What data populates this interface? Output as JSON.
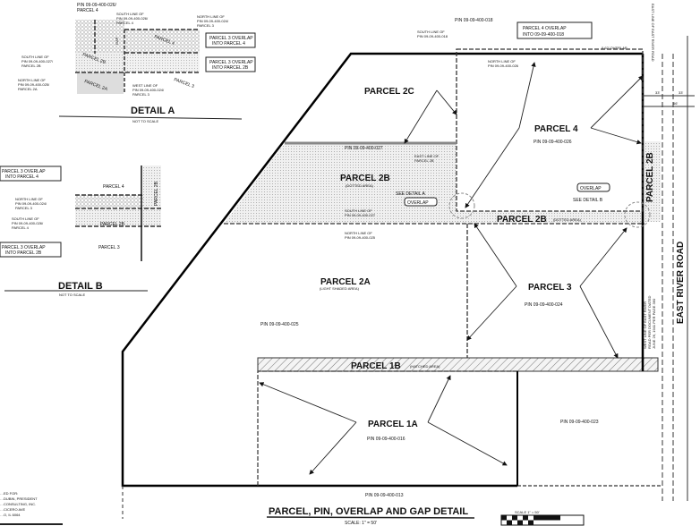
{
  "title": "PARCEL, PIN, OVERLAP AND GAP DETAIL",
  "title_scale": "SCALE: 1\" = 50'",
  "scale_bar_label": "SCALE  1\" = 50'",
  "road": "EAST RIVER ROAD",
  "road_top_note": "EAST LINE OF EAST RIVER ROAD",
  "prepared_for": [
    "…ED FOR:",
    "…DUBIN, PRESIDENT",
    "…CONSULTING, INC.",
    "…CICERO AVE",
    "…O, IL 6064"
  ],
  "parcels": {
    "p2c": "PARCEL 2C",
    "p4": "PARCEL 4",
    "p2b": "PARCEL 2B",
    "p2b_note": "(DOTTED AREA)",
    "p2a": "PARCEL 2A",
    "p2a_note": "(LIGHT SHADED AREA)",
    "p3": "PARCEL 3",
    "p1b": "PARCEL 1B",
    "p1b_note": "(HATCHED AREA)",
    "p1a": "PARCEL 1A"
  },
  "pins": {
    "pin018": "PIN 09-09-400-018",
    "pin027": "PIN 09-09-400-027",
    "pin026": "PIN 09-09-400-026",
    "pin025": "PIN 09-09-400-025",
    "pin024": "PIN 09-09-400-024",
    "pin023": "PIN 09-09-400-023",
    "pin016": "PIN 09-09-400-016",
    "pin013": "PIN 09-09-400-013"
  },
  "notes": {
    "south_line_018": [
      "SOUTH LINE OF",
      "PIN 09-09-400-018"
    ],
    "north_line_026": [
      "NORTH LINE OF",
      "PIN 09-09-400-026"
    ],
    "overlap_4": [
      "PARCEL 4 OVERLAP",
      "INTO 09-09-400-018"
    ],
    "overlap_062": "0.62' OVERLAP",
    "east_line_2b": [
      "EAST LINE OF",
      "PARCEL 2B"
    ],
    "see_detail_a": "SEE DETAIL A",
    "see_detail_b": "SEE DETAIL B",
    "overlap": "OVERLAP",
    "south_line_027": [
      "SOUTH LINE OF",
      "PIN 09-09-400-027"
    ],
    "north_line_025": [
      "NORTH LINE OF",
      "PIN 09-09-400-025"
    ],
    "west_line_road": [
      "WEST LINE OF EAST RIVER",
      "ROAD PER DOCUMENT DATED",
      "JUNE 26, 1941 PER PAGE 360"
    ],
    "dim_33a": "33'",
    "dim_33b": "33'",
    "dim_66": "66'"
  },
  "detail_a": {
    "title": "DETAIL A",
    "subtitle": "NOT TO SCALE",
    "labels": [
      "PIN 09-09-400-026/",
      "PARCEL 4",
      "SOUTH LINE OF",
      "PIN 09-09-400-026/",
      "PARCEL 4",
      "NORTH LINE OF",
      "PIN 09-09-400-024/",
      "PARCEL 3",
      "SOUTH LINE OF",
      "PIN 09-09-400-027/",
      "PARCEL 2B",
      "NORTH LINE OF",
      "PIN 09-09-400-025/",
      "PARCEL 2A",
      "WEST LINE OF",
      "PIN 09-09-400-024/",
      "PARCEL 3"
    ],
    "parcel_tags": [
      "PARCEL 4",
      "PARCEL 2B",
      "PARCEL 2A",
      "PARCEL 3"
    ],
    "box1": [
      "PARCEL 3 OVERLAP",
      "INTO PARCEL 4"
    ],
    "box2": [
      "PARCEL 3 OVERLAP",
      "INTO PARCEL 2B"
    ],
    "gap": "GAP"
  },
  "detail_b": {
    "title": "DETAIL B",
    "subtitle": "NOT TO SCALE",
    "box1": [
      "PARCEL 3 OVERLAP",
      "INTO PARCEL 4"
    ],
    "box2": [
      "PARCEL 3 OVERLAP",
      "INTO PARCEL 2B"
    ],
    "north_line": [
      "NORTH LINE OF",
      "PIN 09-09-400-024/",
      "PARCEL 3"
    ],
    "south_line": [
      "SOUTH LINE OF",
      "PIN 09-09-400-026/",
      "PARCEL 4"
    ],
    "parcel_tags": [
      "PARCEL 4",
      "PARCEL 2B",
      "PARCEL 3",
      "PARCEL 2B"
    ]
  }
}
